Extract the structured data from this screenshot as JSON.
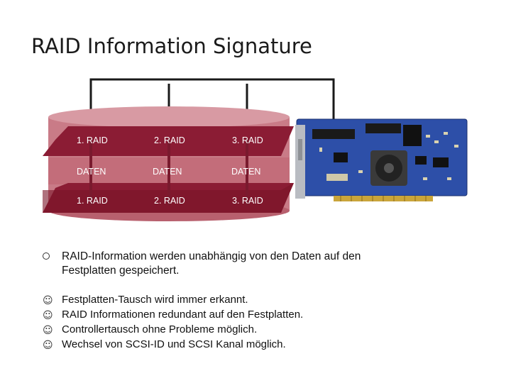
{
  "title": "RAID Information Signature",
  "diagram": {
    "top_row": [
      "1. RAID",
      "2. RAID",
      "3. RAID"
    ],
    "middle_row": [
      "DATEN",
      "DATEN",
      "DATEN"
    ],
    "bottom_row": [
      "1. RAID",
      "2. RAID",
      "3. RAID"
    ],
    "disk_color": "#c47883",
    "band_color": "#8b1c34",
    "controller_image": "raid-controller-card"
  },
  "main_bullet": {
    "icon": "ring-bullet",
    "text": "RAID-Information werden unabhängig von den Daten auf den Festplatten gespeichert."
  },
  "benefits": {
    "icon": "smiley",
    "items": [
      "Festplatten-Tausch wird immer erkannt.",
      "RAID Informationen redundant auf den Festplatten.",
      "Controllertausch ohne Probleme möglich.",
      "Wechsel von SCSI-ID und SCSI Kanal möglich."
    ]
  }
}
